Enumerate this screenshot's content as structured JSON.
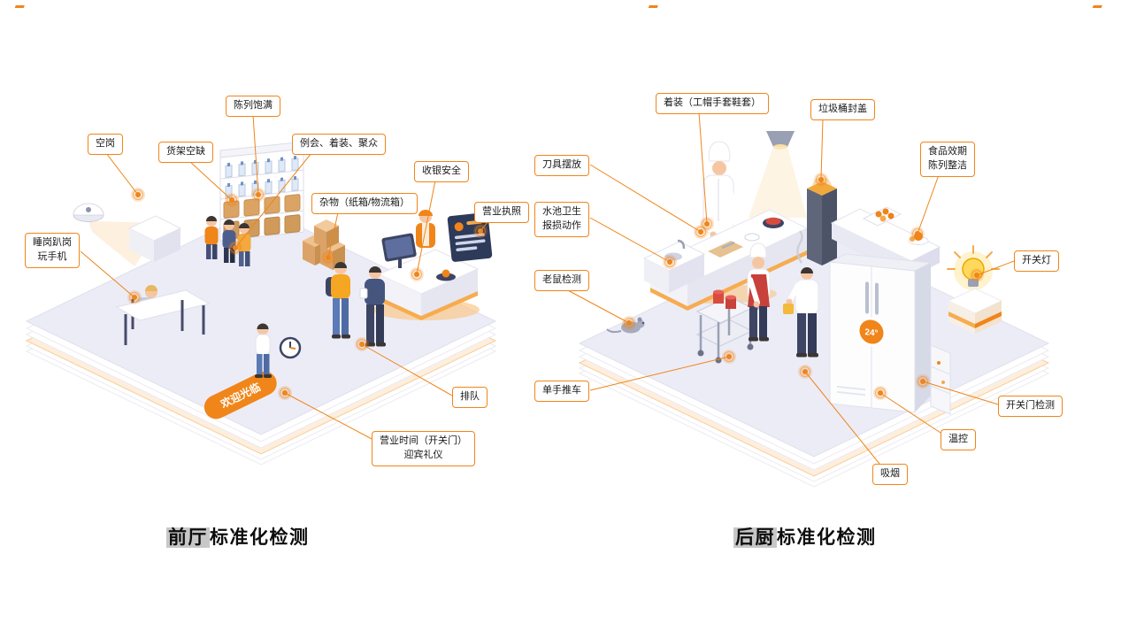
{
  "page": {
    "background": "#ffffff"
  },
  "colors": {
    "accent_orange": "#F08519",
    "platform_fill": "#ECECF7",
    "callout_border": "#F08519",
    "title_highlight_bg": "#C7C7C7"
  },
  "left_scene": {
    "title": {
      "highlight": "前厅",
      "rest": "标准化检测"
    },
    "mat_text": "欢迎光临",
    "labels": [
      {
        "id": "empty-post",
        "text": "空岗"
      },
      {
        "id": "display-full",
        "text": "陈列饱满"
      },
      {
        "id": "shelf-vacancy",
        "text": "货架空缺"
      },
      {
        "id": "meeting-dress-crowd",
        "text": "例会、着装、聚众"
      },
      {
        "id": "clutter-boxes",
        "text": "杂物（纸箱/物流箱）"
      },
      {
        "id": "cashier-safety",
        "text": "收银安全"
      },
      {
        "id": "business-license",
        "text": "营业执照"
      },
      {
        "id": "sleep-on-duty",
        "text": "睡岗趴岗\n玩手机"
      },
      {
        "id": "queue",
        "text": "排队"
      },
      {
        "id": "opening-hours",
        "text": "营业时间（开关门）\n迎宾礼仪"
      }
    ]
  },
  "right_scene": {
    "title": {
      "highlight": "后厨",
      "rest": "标准化检测"
    },
    "fridge_temp": "24°",
    "labels": [
      {
        "id": "uniform",
        "text": "着装（工帽手套鞋套）"
      },
      {
        "id": "trash-lid",
        "text": "垃圾桶封盖"
      },
      {
        "id": "knife-placement",
        "text": "刀具摆放"
      },
      {
        "id": "food-expiry",
        "text": "食品效期\n陈列整洁"
      },
      {
        "id": "sink-hygiene",
        "text": "水池卫生\n报损动作"
      },
      {
        "id": "rat-detection",
        "text": "老鼠检测"
      },
      {
        "id": "light-switch",
        "text": "开关灯"
      },
      {
        "id": "one-hand-cart",
        "text": "单手推车"
      },
      {
        "id": "door-detection",
        "text": "开关门检测"
      },
      {
        "id": "temp-control",
        "text": "温控"
      },
      {
        "id": "smoking",
        "text": "吸烟"
      }
    ]
  }
}
